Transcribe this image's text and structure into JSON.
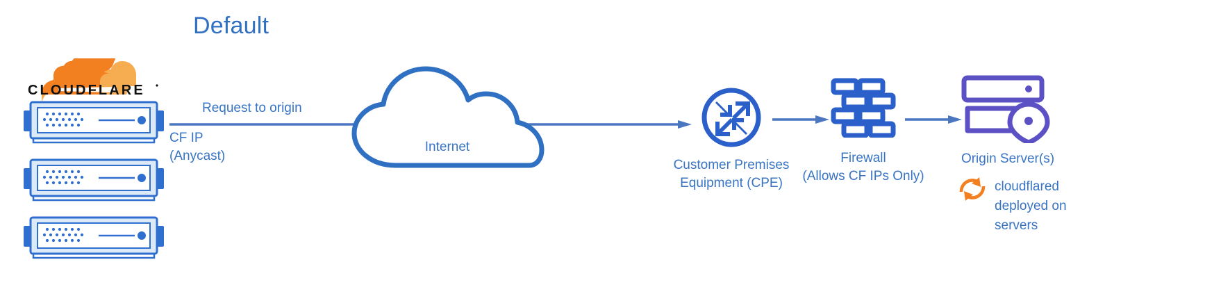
{
  "title": "Default",
  "colors": {
    "primary_blue": "#2f70c3",
    "line_blue": "#4a77c0",
    "icon_blue": "#2b5fc9",
    "origin_purple": "#5b50c4",
    "cloudflare_orange": "#f38020",
    "cloudflare_orange_light": "#f6ad52",
    "server_body": "#e8f3fa",
    "server_frame": "#2f6fd0"
  },
  "nodes": {
    "cloudflare": {
      "logo_name": "cloudflare-logo",
      "wordmark": "CLOUDFLARE",
      "server_count": 3
    },
    "flow": {
      "request_label": "Request to origin",
      "ip_label_line1": "CF IP",
      "ip_label_line2": "(Anycast)"
    },
    "internet": {
      "label": "Internet",
      "icon": "cloud-icon"
    },
    "cpe": {
      "label_line1": "Customer Premises",
      "label_line2": "Equipment (CPE)",
      "icon": "router-icon"
    },
    "firewall": {
      "label_line1": "Firewall",
      "label_line2": "(Allows CF IPs Only)",
      "icon": "brick-wall-icon"
    },
    "origin": {
      "label": "Origin Server(s)",
      "icon": "server-rack-location-icon"
    },
    "cloudflared": {
      "icon": "sync-arrows-icon",
      "label_line1": "cloudflared",
      "label_line2": "deployed on",
      "label_line3": "servers"
    }
  }
}
